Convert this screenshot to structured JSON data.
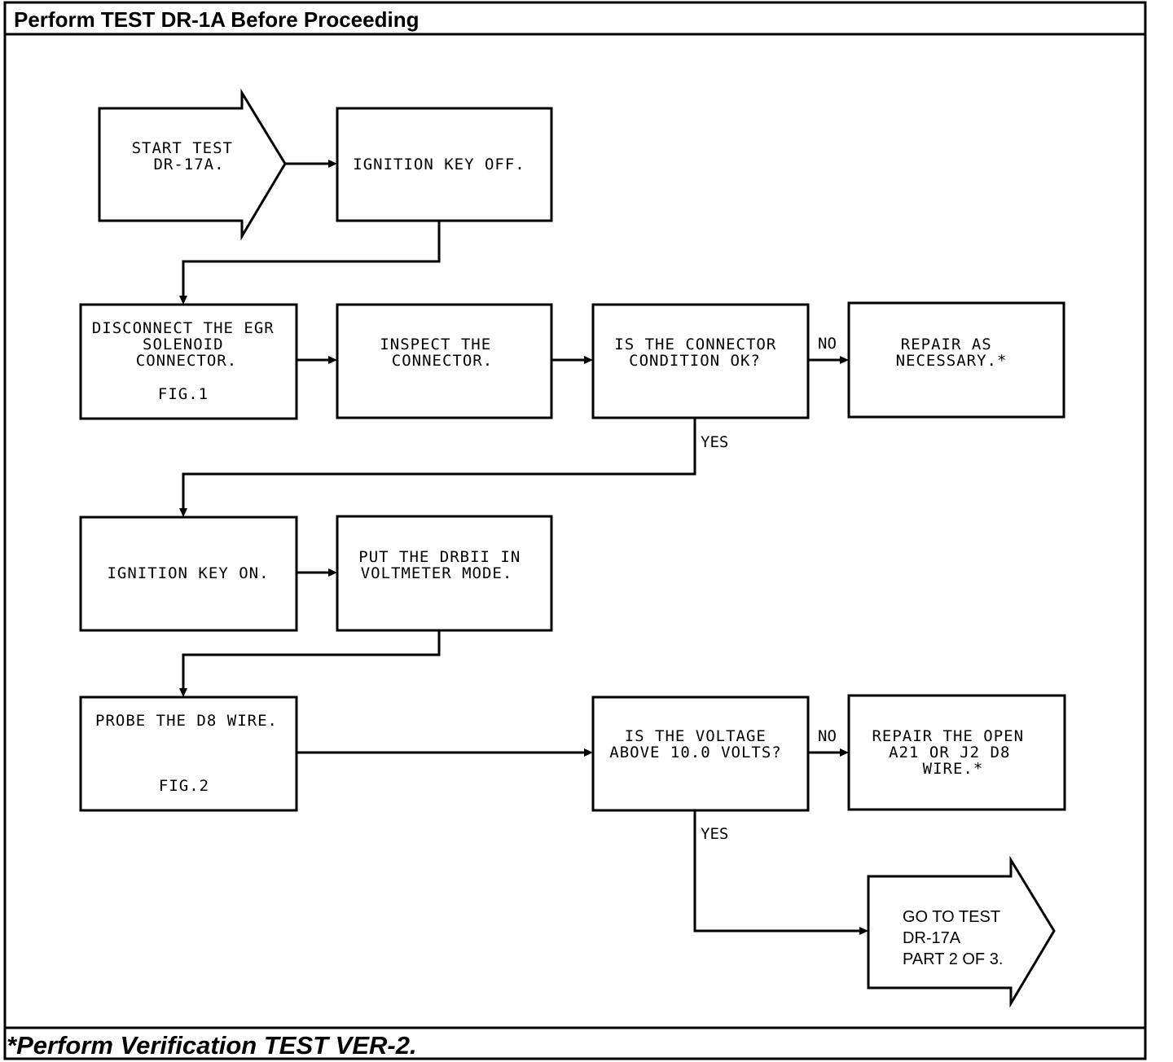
{
  "header": {
    "title": "Perform TEST DR-1A Before Proceeding"
  },
  "footer": {
    "note": "*Perform Verification TEST VER-2."
  },
  "nodes": {
    "start": {
      "lines": [
        "START TEST",
        "DR-17A."
      ]
    },
    "ign_off": {
      "lines": [
        "IGNITION KEY OFF."
      ]
    },
    "disconnect": {
      "lines": [
        "DISCONNECT THE EGR",
        "SOLENOID",
        "CONNECTOR."
      ],
      "fig": "FIG.1"
    },
    "inspect": {
      "lines": [
        "INSPECT THE",
        "CONNECTOR."
      ]
    },
    "conn_ok": {
      "lines": [
        "IS THE CONNECTOR",
        "CONDITION OK?"
      ]
    },
    "repair1": {
      "lines": [
        "REPAIR AS",
        "NECESSARY.*"
      ]
    },
    "ign_on": {
      "lines": [
        "IGNITION KEY ON."
      ]
    },
    "drbii": {
      "lines": [
        "PUT THE DRBII IN",
        "VOLTMETER MODE."
      ]
    },
    "probe": {
      "lines": [
        "PROBE THE D8 WIRE."
      ],
      "fig": "FIG.2"
    },
    "voltage": {
      "lines": [
        "IS THE VOLTAGE",
        "ABOVE 10.0 VOLTS?"
      ]
    },
    "repair2": {
      "lines": [
        "REPAIR THE OPEN",
        "A21 OR J2 D8",
        "WIRE.*"
      ]
    },
    "goto": {
      "lines": [
        "GO TO TEST",
        "DR-17A",
        "PART 2 OF 3."
      ]
    }
  },
  "edge_labels": {
    "no1": "NO",
    "yes1": "YES",
    "no2": "NO",
    "yes2": "YES"
  }
}
